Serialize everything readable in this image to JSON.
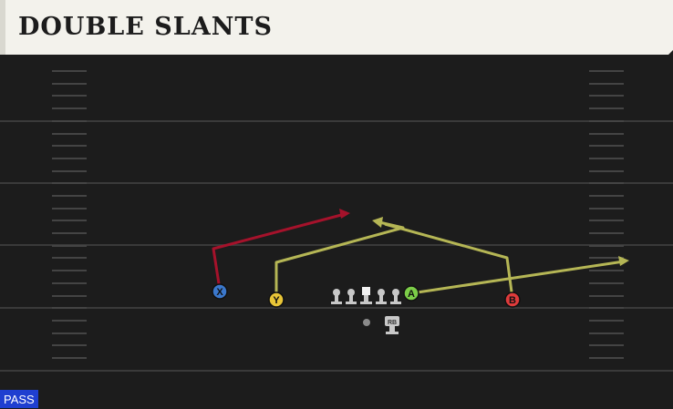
{
  "header": {
    "title": "DOUBLE SLANTS"
  },
  "field": {
    "line_color": "#3a3a3a",
    "hash_color": "#444444"
  },
  "players": {
    "x": {
      "label": "X",
      "color": "#3b78cc"
    },
    "y": {
      "label": "Y",
      "color": "#e8c537"
    },
    "a": {
      "label": "A",
      "color": "#7ccd48"
    },
    "b": {
      "label": "B",
      "color": "#de3b3b"
    },
    "rb": {
      "label": "RB"
    }
  },
  "routes": {
    "red_color": "#a5122b",
    "yellow_color": "#b5b655"
  },
  "badge": {
    "label": "PASS",
    "color": "#1f3fd0"
  }
}
